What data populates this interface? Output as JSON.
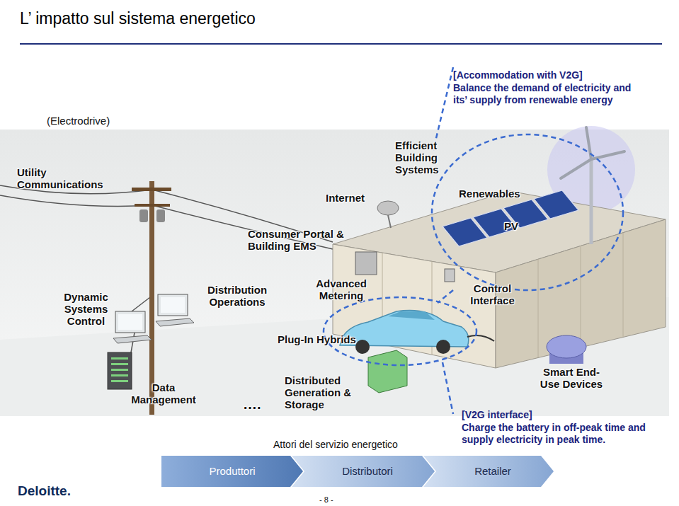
{
  "diagram": {
    "title": "L’ impatto sul sistema energetico",
    "nodes": [
      {
        "text": [
          "Produttori"
        ]
      },
      {
        "text": [
          "Distributori"
        ]
      },
      {
        "text": [
          "Retailer"
        ]
      }
    ],
    "labels": [
      "(Electrodrive)",
      "[Accommodation with V2G]",
      "Balance the demand of electricity and its’ supply from renewable energy",
      "Utility Communications",
      "Efficient Building Systems",
      "Internet",
      "Renewables",
      "PV",
      "Consumer Portal & Building EMS",
      "Advanced Metering",
      "Control Interface",
      "Dynamic Systems Control",
      "Distribution Operations",
      "Plug-In Hybrids",
      "Distributed Generation & Storage",
      "Data Management",
      "Smart End-Use Devices",
      "….",
      "Attori del servizio energetico",
      "[V2G interface]",
      "Charge the battery in off-peak time and supply electricity in peak time.",
      "Deloitte.",
      "- 8 -"
    ]
  }
}
